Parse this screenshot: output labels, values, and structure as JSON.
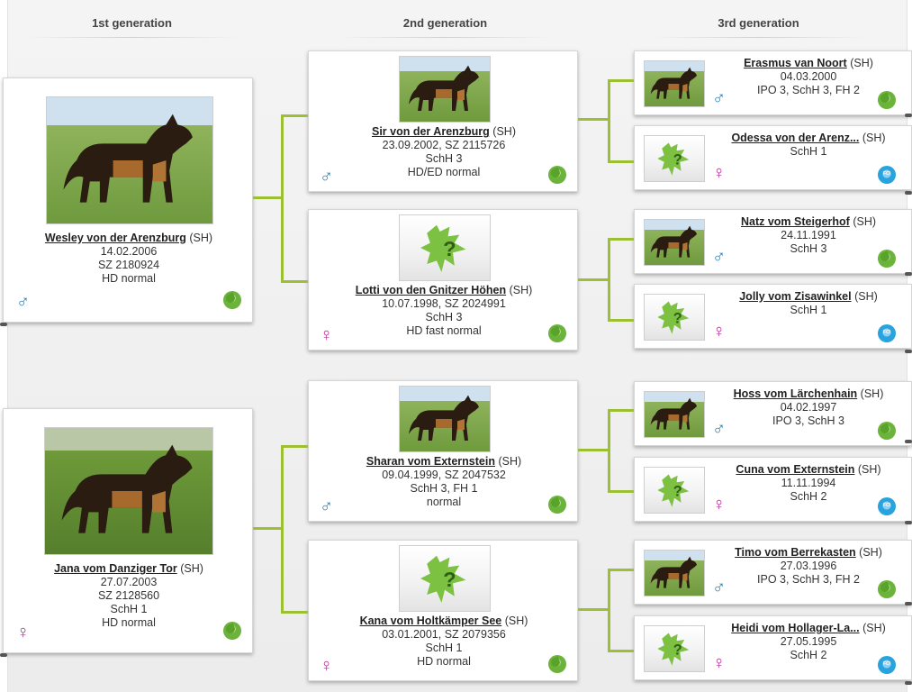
{
  "headers": {
    "gen1": "1st generation",
    "gen2": "2nd generation",
    "gen3": "3rd generation"
  },
  "colors": {
    "connector": "#9cbf33",
    "male": "#2a7fb5",
    "female": "#b8329a"
  },
  "sex_symbols": {
    "male": "♂",
    "female": "♀"
  },
  "gen1": [
    {
      "name": "Wesley von der Arenzburg",
      "reg": " (SH)",
      "lines": [
        "14.02.2006",
        "SZ 2180924",
        "HD normal"
      ],
      "sex": "male",
      "photo": "dog-photo",
      "badge": "green-icon"
    },
    {
      "name": "Jana vom Danziger Tor",
      "reg": " (SH)",
      "lines": [
        "27.07.2003",
        "SZ 2128560",
        "SchH 1",
        "HD normal"
      ],
      "sex": "female",
      "photo": "dog-photo",
      "badge": "green-icon"
    }
  ],
  "gen2": [
    {
      "name": "Sir von der Arenzburg",
      "reg": " (SH)",
      "lines": [
        "23.09.2002, SZ 2115726",
        "SchH 3",
        "HD/ED normal"
      ],
      "sex": "male",
      "photo": "dog-photo",
      "badge": "green-icon"
    },
    {
      "name": "Lotti von den Gnitzer Höhen",
      "reg": " (SH)",
      "lines": [
        "10.07.1998, SZ 2024991",
        "SchH 3",
        "HD fast normal"
      ],
      "sex": "female",
      "photo": "placeholder-icon",
      "badge": "green-icon"
    },
    {
      "name": "Sharan vom Externstein",
      "reg": " (SH)",
      "lines": [
        "09.04.1999, SZ 2047532",
        "SchH 3, FH 1",
        "normal"
      ],
      "sex": "male",
      "photo": "dog-photo",
      "badge": "green-icon"
    },
    {
      "name": "Kana vom Holtkämper See",
      "reg": " (SH)",
      "lines": [
        "03.01.2001, SZ 2079356",
        "SchH 1",
        "HD normal"
      ],
      "sex": "female",
      "photo": "placeholder-icon",
      "badge": "green-icon"
    }
  ],
  "gen3": [
    {
      "name": "Erasmus van Noort",
      "reg": " (SH)",
      "lines": [
        "04.03.2000",
        "IPO 3, SchH 3, FH 2"
      ],
      "sex": "male",
      "photo": "dog-photo",
      "badge": "green-icon"
    },
    {
      "name": "Odessa von der Arenz...",
      "reg": " (SH)",
      "lines": [
        "SchH 1"
      ],
      "sex": "female",
      "photo": "placeholder-icon",
      "badge": "fci-icon"
    },
    {
      "name": "Natz vom Steigerhof",
      "reg": " (SH)",
      "lines": [
        "24.11.1991",
        "SchH 3"
      ],
      "sex": "male",
      "photo": "dog-photo",
      "badge": "green-icon"
    },
    {
      "name": "Jolly vom Zisawinkel",
      "reg": " (SH)",
      "lines": [
        "SchH 1"
      ],
      "sex": "female",
      "photo": "placeholder-icon",
      "badge": "fci-icon"
    },
    {
      "name": "Hoss vom Lärchenhain",
      "reg": " (SH)",
      "lines": [
        "04.02.1997",
        "IPO 3, SchH 3"
      ],
      "sex": "male",
      "photo": "dog-photo",
      "badge": "green-icon"
    },
    {
      "name": "Cuna vom Externstein",
      "reg": " (SH)",
      "lines": [
        "11.11.1994",
        "SchH 2"
      ],
      "sex": "female",
      "photo": "placeholder-icon",
      "badge": "fci-icon"
    },
    {
      "name": "Timo vom Berrekasten",
      "reg": " (SH)",
      "lines": [
        "27.03.1996",
        "IPO 3, SchH 3, FH 2"
      ],
      "sex": "male",
      "photo": "dog-photo",
      "badge": "green-icon"
    },
    {
      "name": "Heidi vom Hollager-La...",
      "reg": " (SH)",
      "lines": [
        "27.05.1995",
        "SchH 2"
      ],
      "sex": "female",
      "photo": "placeholder-icon",
      "badge": "fci-icon"
    }
  ],
  "fci_label": "FCI"
}
